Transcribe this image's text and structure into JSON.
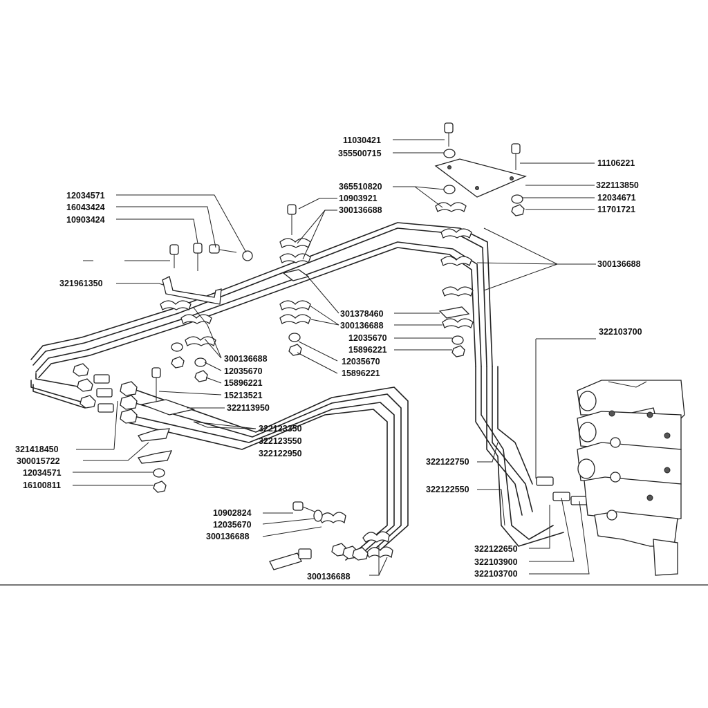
{
  "parts": [
    "11030421",
    "355500715",
    "11106221",
    "365510820",
    "10903921",
    "300136688",
    "322113850",
    "12034671",
    "11701721",
    "12034571",
    "16043424",
    "10903424",
    "321961350",
    "301378460",
    "300136688",
    "12035670",
    "15896221",
    "12035670",
    "15896221",
    "300136688",
    "12035670",
    "15896221",
    "15213521",
    "322113950",
    "322103700",
    "322123350",
    "322123550",
    "322122950",
    "321418450",
    "300015722",
    "12034571",
    "16100811",
    "322122750",
    "322122550",
    "10902824",
    "12035670",
    "300136688",
    "300136688",
    "322122650",
    "322103900",
    "322103700",
    "300136688"
  ]
}
